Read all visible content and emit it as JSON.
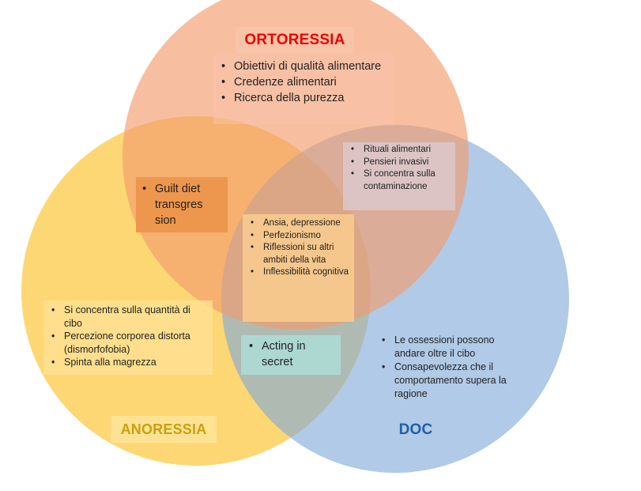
{
  "colors": {
    "ortoressia_circle": "#F39B6D",
    "anoressia_circle": "#FCCC4C",
    "doc_circle": "#7FA9D8",
    "ortoressia_title": "#EE0000",
    "anoressia_title": "#C9A10F",
    "doc_title": "#1F5FA5"
  },
  "circles": {
    "ortoressia": {
      "title": "ORTORESSIA",
      "items": [
        "Obiettivi di qualità alimentare",
        "Credenze alimentari",
        "Ricerca della purezza"
      ]
    },
    "anoressia": {
      "title": "ANORESSIA",
      "items": [
        "Si concentra sulla quantità di cibo",
        "Percezione corporea distorta (dismorfofobia)",
        "Spinta alla magrezza"
      ]
    },
    "doc": {
      "title": "DOC",
      "items": [
        "Le ossessioni possono andare oltre il cibo",
        "Consapevolezza che il comportamento supera la ragione"
      ]
    }
  },
  "overlaps": {
    "ortoressia_anoressia": {
      "items": [
        "Guilt diet transgres sion"
      ]
    },
    "ortoressia_doc": {
      "items": [
        "Rituali alimentari",
        "Pensieri invasivi",
        "Si concentra sulla contaminazione"
      ]
    },
    "anoressia_doc": {
      "items": [
        "Acting in secret"
      ]
    },
    "all_three": {
      "items": [
        "Ansia, depressione",
        "Perfezionismo",
        "Riflessioni su altri ambiti della vita",
        "Inflessibilità cognitiva"
      ]
    }
  }
}
